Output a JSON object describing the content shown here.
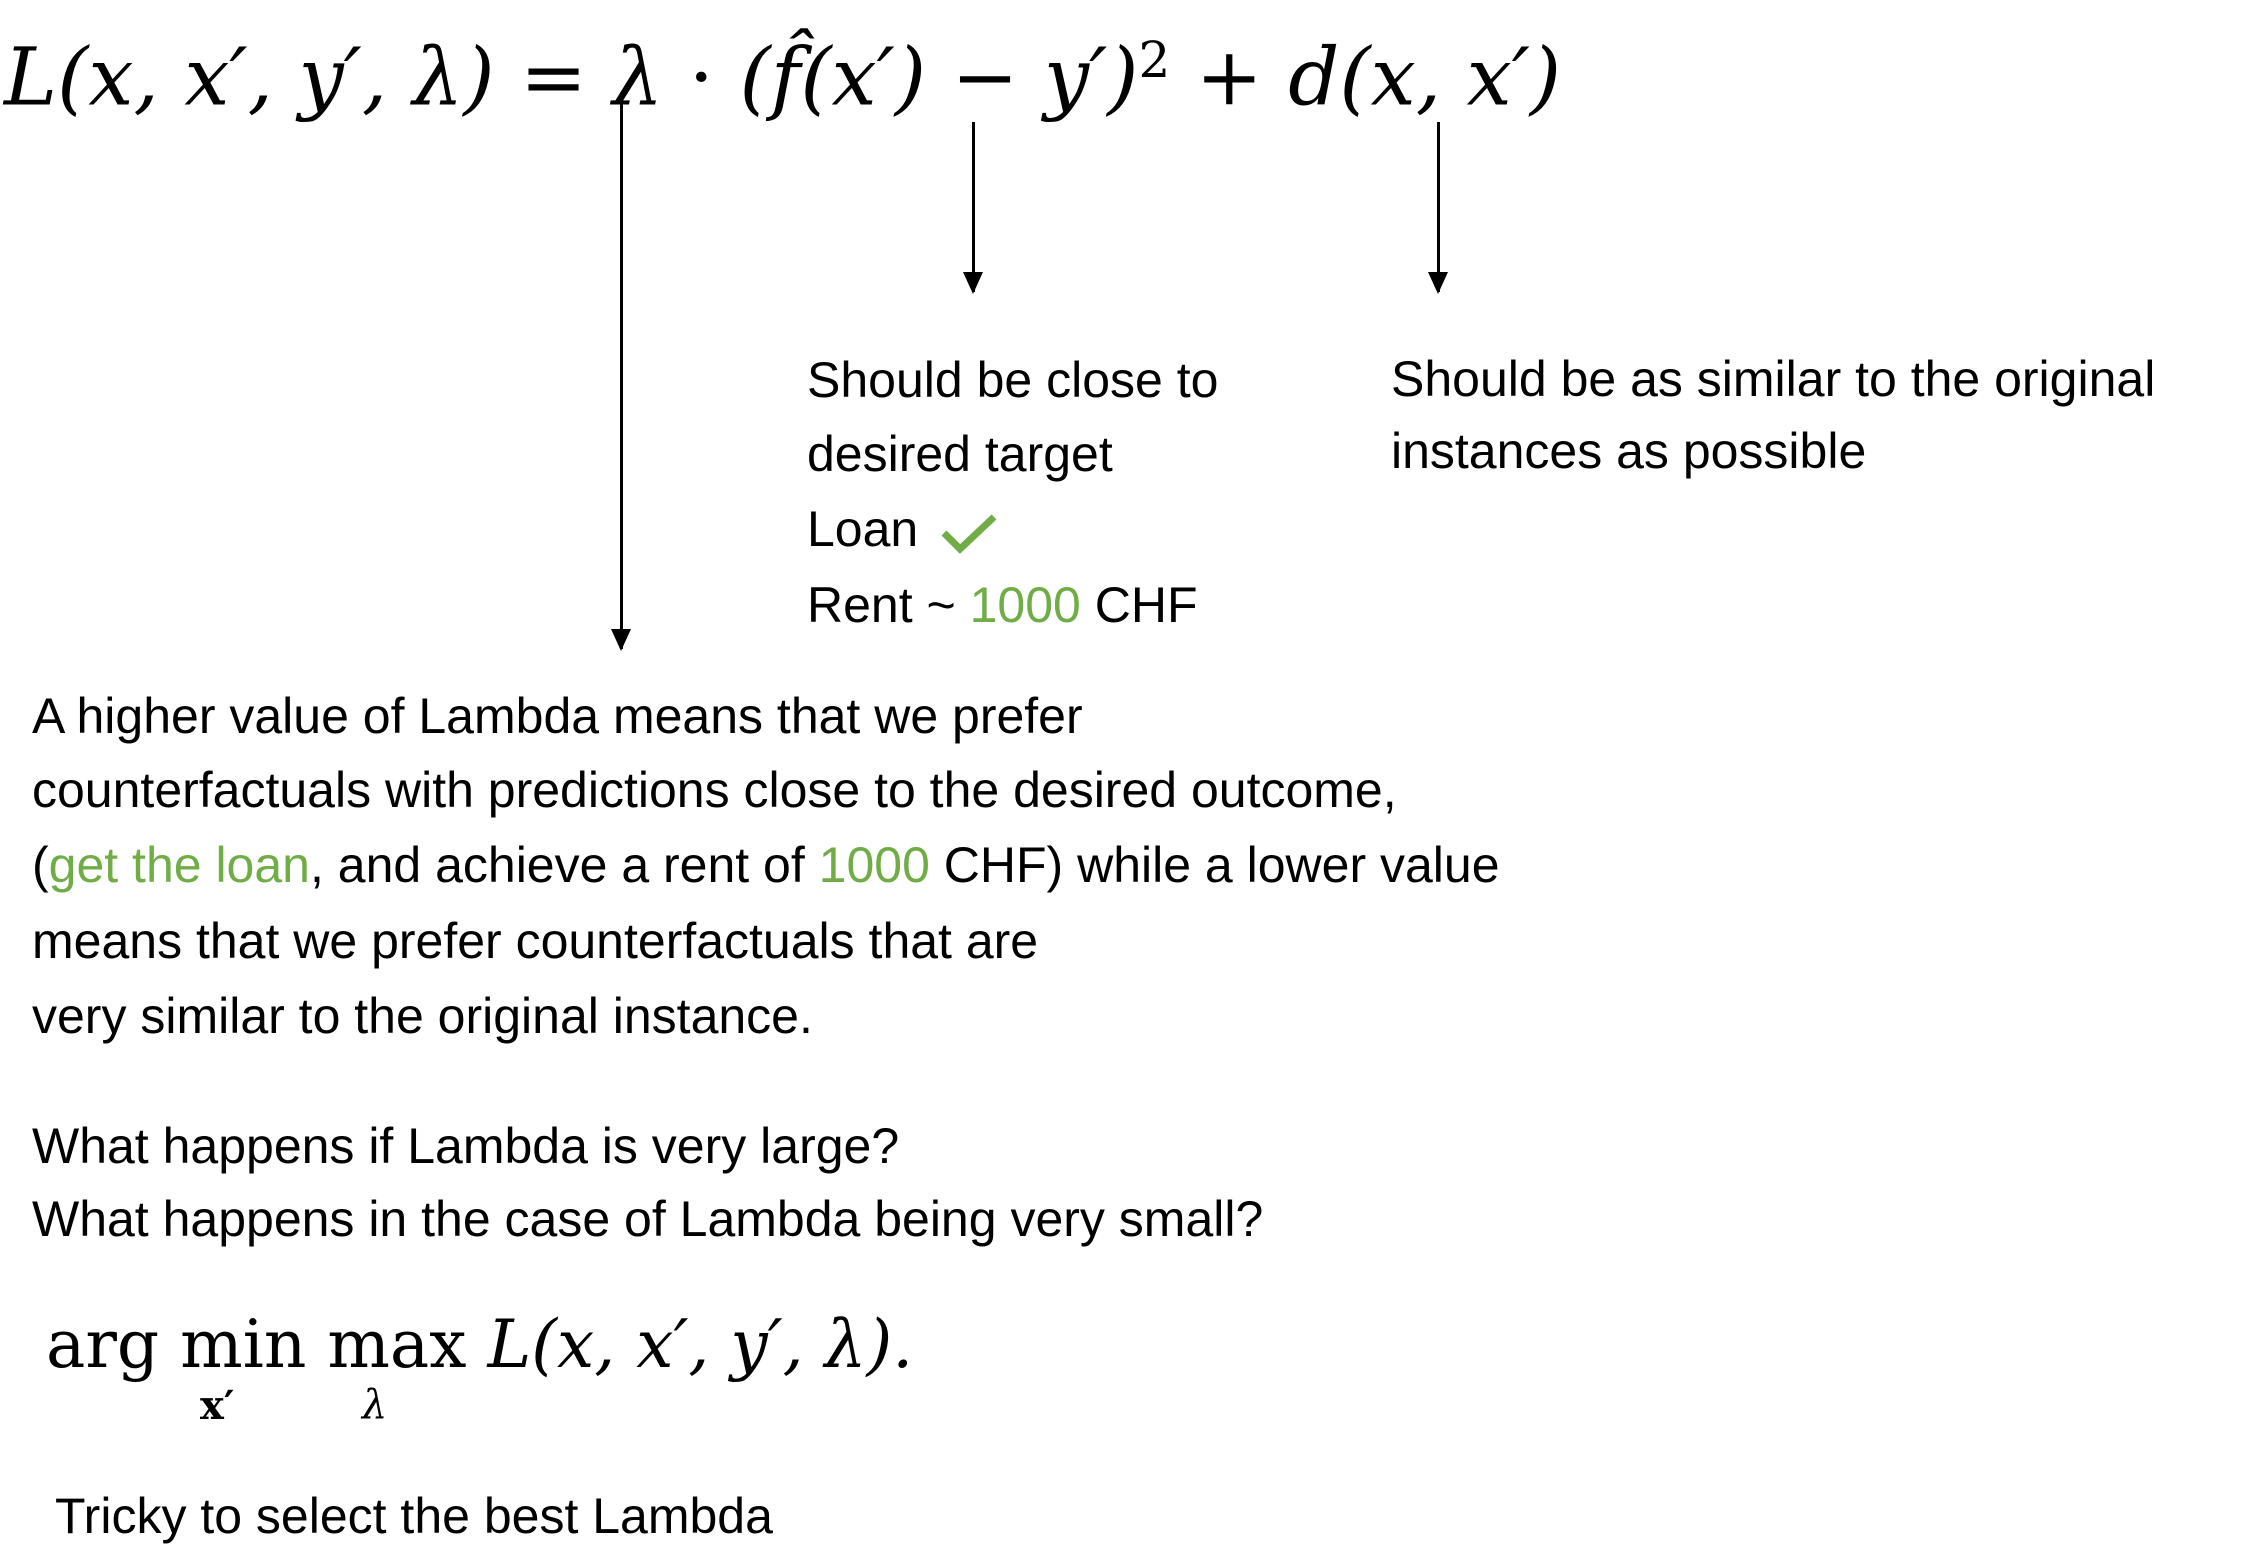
{
  "equation_main": {
    "lhs": "L(x, x′, y′, λ)",
    "equals": "=",
    "lambda": "λ",
    "dot": "·",
    "prediction_term": "(f̂(x′) − y′)",
    "square": "2",
    "plus": "+",
    "distance_term": "d(x, x′)"
  },
  "annotations": {
    "target": {
      "lines": [
        "Should be close to",
        "desired target"
      ],
      "loan_label": "Loan",
      "loan_icon": "checkmark-icon",
      "rent_prefix": "Rent ~ ",
      "rent_value": "1000",
      "rent_unit": " CHF"
    },
    "similarity": {
      "lines": [
        "Should be as similar to the original",
        "instances as possible"
      ]
    }
  },
  "explanation": {
    "line1": "A higher value of Lambda means that we prefer",
    "line2": "counterfactuals with predictions close to the desired outcome,",
    "line3_open": "(",
    "line3_green1": "get the loan",
    "line3_mid": ", and achieve a rent of ",
    "line3_green2": "1000",
    "line3_end": " CHF) while a lower value",
    "line4": "means that we prefer counterfactuals that are",
    "line5": "very similar to the original instance."
  },
  "questions": [
    "What happens if Lambda is very large?",
    "What happens in the case of Lambda being very small?"
  ],
  "objective": {
    "arg": "arg",
    "min": "min",
    "min_sub": "x′",
    "max": "max",
    "max_sub": "λ",
    "expr": "L(x, x′, y′, λ)."
  },
  "footer": "Tricky to select the best Lambda",
  "colors": {
    "accent_green": "#70AD47"
  }
}
